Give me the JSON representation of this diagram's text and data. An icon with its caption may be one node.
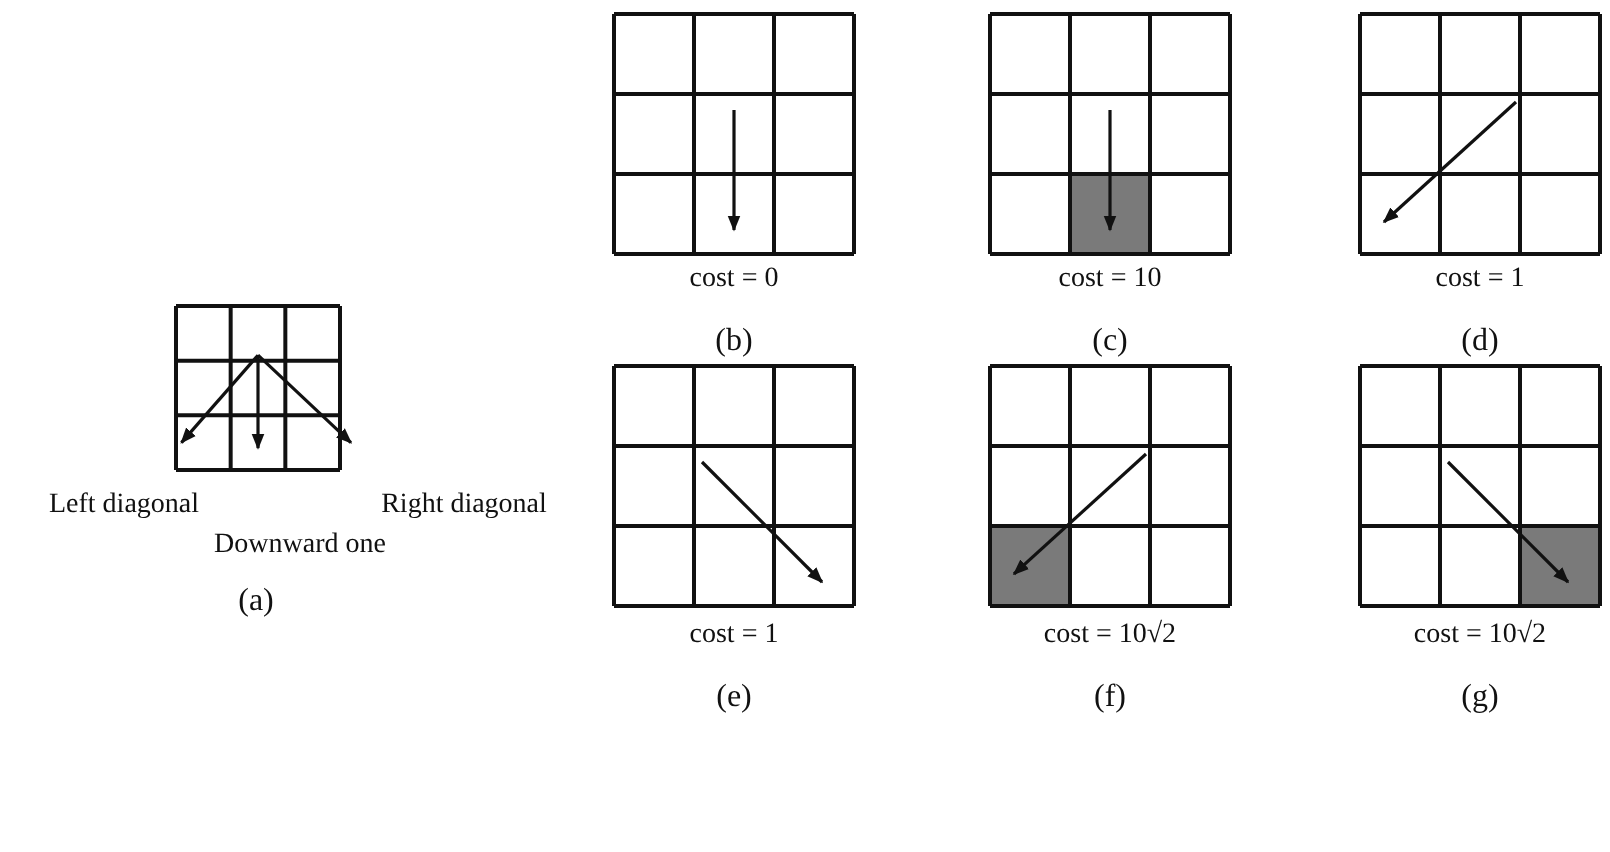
{
  "diagram": {
    "labels": [
      "cost = 0",
      "(b)",
      "cost = 10",
      "(c)",
      "cost = 1",
      "(d)",
      "Left diagonal",
      "Right diagonal",
      "Downward one",
      "(a)",
      "cost = 1",
      "(e)",
      "cost = 10√2",
      "(f)",
      "cost = 10√2",
      "(g)"
    ]
  }
}
